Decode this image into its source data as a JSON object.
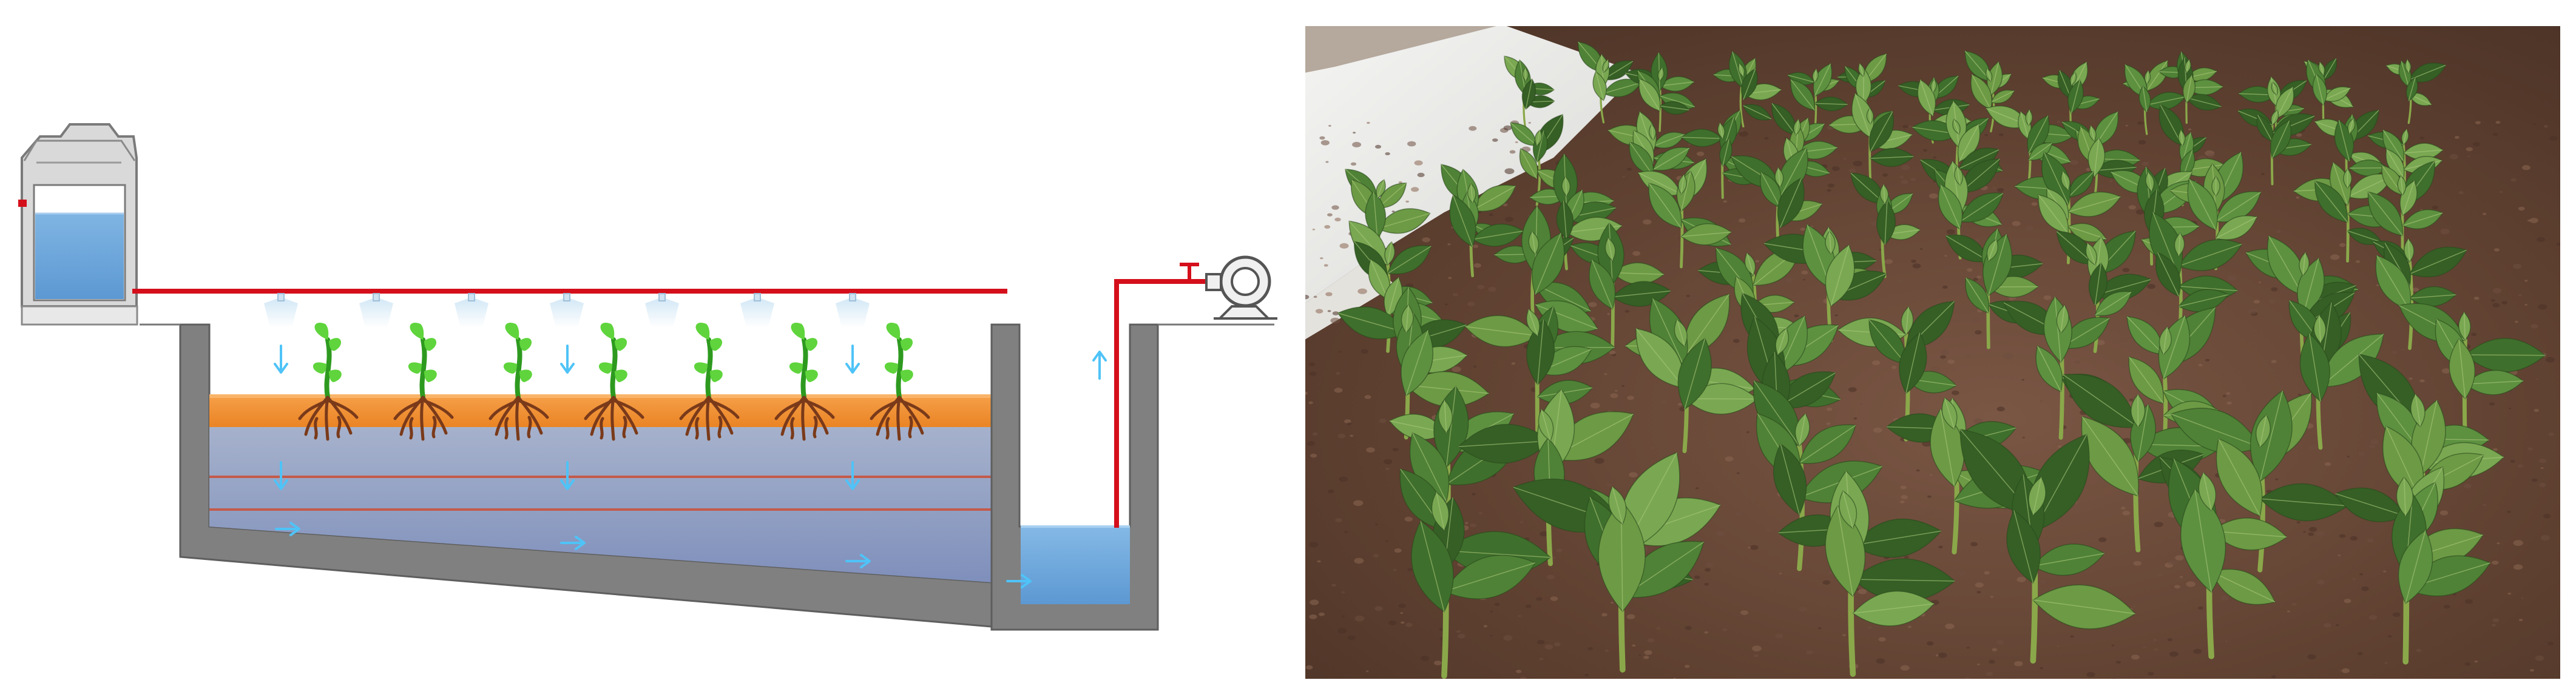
{
  "diagram": {
    "panels": [
      "irrigation-system-diagram",
      "plant-field-photo"
    ],
    "colors": {
      "background": "#ffffff",
      "concrete": "#808080",
      "concrete_edge": "#5e5e5e",
      "pipe": "#d40f1b",
      "water": "#6fa9dd",
      "water_dark": "#5d95cc",
      "substrate": "#f08a2a",
      "substrate_top": "#f7a24a",
      "drainage_layer": "#8e9cbf",
      "drainage_light": "#a3b3cf",
      "roots": "#7a3a1a",
      "plant": "#5fd43c",
      "plant_dark": "#2d9a1f",
      "flow_arrow": "#4fc3f7",
      "tank_body": "#d9d9d9",
      "soil": "#6b4a3a",
      "leaf": "#3f6f2c",
      "leaf_light": "#6d9a45"
    },
    "icons": [
      "water-tank-icon",
      "pump-icon",
      "valve-icon",
      "sprinkler-icon",
      "flow-arrow-icon",
      "plant-icon"
    ],
    "plants_in_bed": 7,
    "sprinklers": 7
  }
}
